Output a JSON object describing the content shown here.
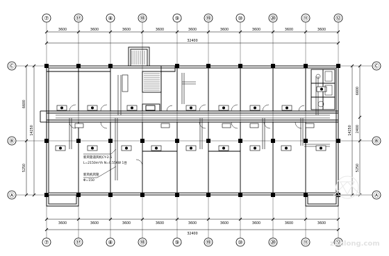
{
  "axes": {
    "columns": [
      {
        "label": "⑦"
      },
      {
        "label": "⑰"
      },
      {
        "label": "⑧"
      },
      {
        "label": "⑱"
      },
      {
        "label": "⑨"
      },
      {
        "label": "⑲"
      },
      {
        "label": "⑩"
      },
      {
        "label": "⑳"
      },
      {
        "label": "⑪"
      },
      {
        "label": "⑫"
      }
    ],
    "rows": [
      {
        "label": "Ⓒ"
      },
      {
        "label": "Ⓑ"
      },
      {
        "label": "Ⓐ"
      }
    ]
  },
  "dimensions": {
    "top_segments": [
      "3600",
      "3600",
      "3600",
      "3600",
      "3600",
      "3600",
      "3600",
      "3600",
      "3600"
    ],
    "top_total": "32400",
    "bottom_segments": [
      "3600",
      "3600",
      "3600",
      "3600",
      "3600",
      "3600",
      "3600",
      "3600",
      "3600"
    ],
    "bottom_total": "32400",
    "left": {
      "upper": "6600",
      "total": "14250",
      "lower": "5250"
    },
    "right": {
      "upper": "6600",
      "total": "14250",
      "middle": "2400",
      "lower": "5250"
    }
  },
  "notes": {
    "line1": "新风管道风机CY-2.5",
    "line2": "L=2150m³/h N=0.55KW 1台",
    "line3": "新风机风管",
    "line4": "Φ=150"
  },
  "watermark": {
    "text": "zhulong.com"
  },
  "colors": {
    "line": "#000000",
    "grid": "#000000",
    "watermark": "#e2e2e2"
  }
}
